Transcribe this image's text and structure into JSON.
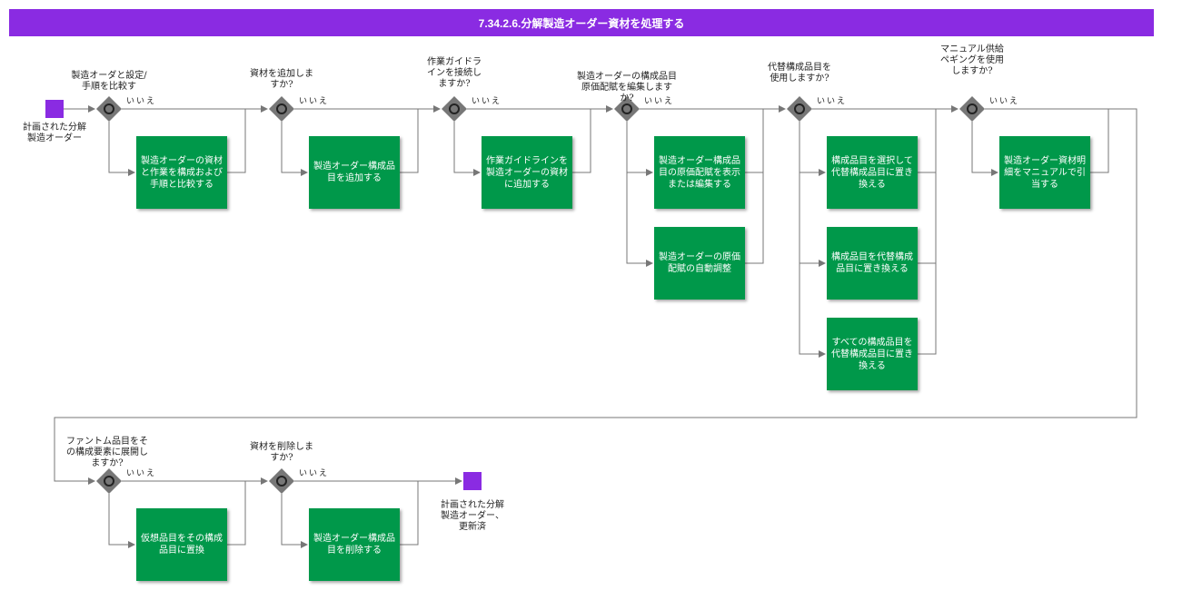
{
  "title": "7.34.2.6.分解製造オーダー資材を処理する",
  "colors": {
    "title_bar": "#8a2be2",
    "task": "#00984a",
    "event": "#8a2be2",
    "gateway": "#777777",
    "line": "#777777"
  },
  "events": {
    "start": "計画された分解製造オーダー",
    "end": "計画された分解製造オーダー、更新済"
  },
  "gateways": [
    {
      "question": "製造オーダと設定/手順を比較す",
      "no": "いいえ"
    },
    {
      "question": "資材を追加しますか?",
      "no": "いいえ"
    },
    {
      "question": "作業ガイドラインを接続しますか?",
      "no": "いいえ"
    },
    {
      "question": "製造オーダーの構成品目原価配賦を編集しますか?",
      "no": "いいえ"
    },
    {
      "question": "代替構成品目を使用しますか?",
      "no": "いいえ"
    },
    {
      "question": "マニュアル供給ペギングを使用しますか?",
      "no": "いいえ"
    },
    {
      "question": "ファントム品目をその構成要素に展開しますか?",
      "no": "いいえ"
    },
    {
      "question": "資材を削除しますか?",
      "no": "いいえ"
    }
  ],
  "tasks": [
    "製造オーダーの資材と作業を構成および手順と比較する",
    "製造オーダー構成品目を追加する",
    "作業ガイドラインを製造オーダーの資材に追加する",
    "製造オーダー構成品目の原価配賦を表示または編集する",
    "製造オーダーの原価配賦の自動調整",
    "構成品目を選択して代替構成品目に置き換える",
    "構成品目を代替構成品目に置き換える",
    "すべての構成品目を代替構成品目に置き換える",
    "製造オーダー資材明細をマニュアルで引当する",
    "仮想品目をその構成品目に置換",
    "製造オーダー構成品目を削除する"
  ]
}
